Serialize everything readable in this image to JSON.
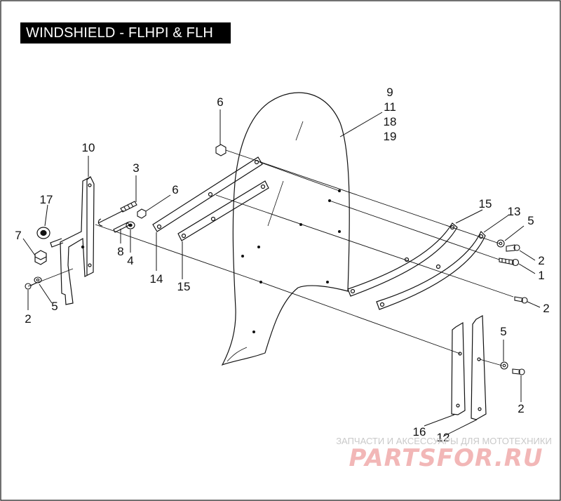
{
  "title": "WINDSHIELD - FLHPI & FLH",
  "callouts": {
    "c1": "1",
    "c2a": "2",
    "c2b": "2",
    "c2c": "2",
    "c2d": "2",
    "c3": "3",
    "c4": "4",
    "c5a": "5",
    "c5b": "5",
    "c5c": "5",
    "c6a": "6",
    "c6b": "6",
    "c7": "7",
    "c8": "8",
    "c9": "9",
    "c11": "11",
    "c18": "18",
    "c19": "19",
    "c10": "10",
    "c12": "12",
    "c13": "13",
    "c14": "14",
    "c15a": "15",
    "c15b": "15",
    "c16": "16",
    "c17": "17"
  },
  "watermark": {
    "tagline": "ЗАПЧАСТИ И АКСЕССУАРЫ ДЛЯ МОТОТЕХНИКИ",
    "brand": "PARTSFOR.RU"
  },
  "colors": {
    "line": "#111111",
    "watermark_text": "#c9c9c9",
    "watermark_brand": "#f2b7b7"
  }
}
